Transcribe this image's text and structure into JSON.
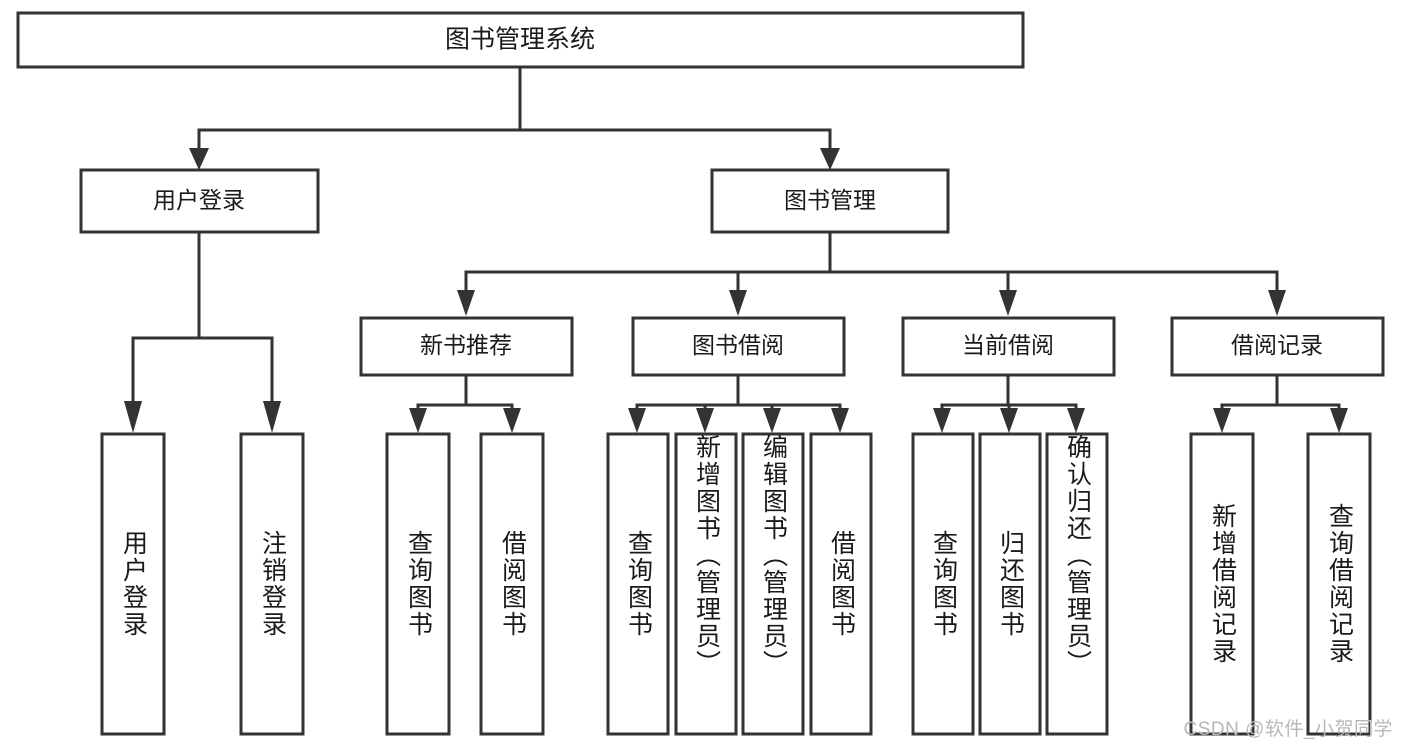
{
  "diagram": {
    "title": "图书管理系统",
    "type": "tree-hierarchy-diagram",
    "colors": {
      "box_stroke": "#333333",
      "box_fill": "#ffffff",
      "connector": "#333333",
      "text": "#1a1a1a",
      "watermark": "#b8b8b8",
      "background": "#ffffff"
    },
    "root": {
      "label": "图书管理系统"
    },
    "level2": [
      {
        "label": "用户登录"
      },
      {
        "label": "图书管理"
      }
    ],
    "level3": [
      {
        "label": "新书推荐"
      },
      {
        "label": "图书借阅"
      },
      {
        "label": "当前借阅"
      },
      {
        "label": "借阅记录"
      }
    ],
    "leaves": {
      "user_login": [
        {
          "label": "用户登录"
        },
        {
          "label": "注销登录"
        }
      ],
      "new_book_recommend": [
        {
          "label": "查询图书"
        },
        {
          "label": "借阅图书"
        }
      ],
      "book_borrow": [
        {
          "label": "查询图书"
        },
        {
          "label": "新增图书（管理员）"
        },
        {
          "label": "编辑图书（管理员）"
        },
        {
          "label": "借阅图书"
        }
      ],
      "current_borrow": [
        {
          "label": "查询图书"
        },
        {
          "label": "归还图书"
        },
        {
          "label": "确认归还（管理员）"
        }
      ],
      "borrow_record": [
        {
          "label": "新增借阅记录"
        },
        {
          "label": "查询借阅记录"
        }
      ]
    },
    "watermark": "CSDN @软件_小贺同学"
  }
}
